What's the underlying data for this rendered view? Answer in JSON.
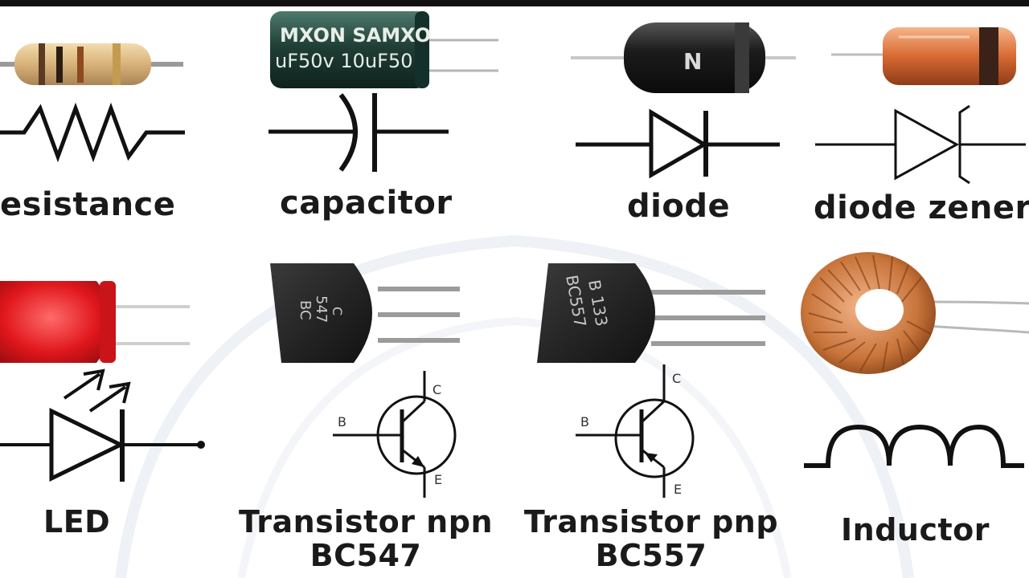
{
  "components": {
    "resistor": {
      "label": "esistance"
    },
    "capacitor": {
      "label": "capacitor",
      "marking_1": "MXON SAMXO",
      "marking_2": "uF50v  10uF50"
    },
    "diode": {
      "label": "diode",
      "marking": "N"
    },
    "zener": {
      "label": "diode zener"
    },
    "led": {
      "label": "LED"
    },
    "npn": {
      "label_line1": "Transistor npn",
      "label_line2": "BC547",
      "marking_1": "BC",
      "marking_2": "547",
      "marking_3": "C",
      "pin_b": "B",
      "pin_c": "C",
      "pin_e": "E"
    },
    "pnp": {
      "label_line1": "Transistor pnp",
      "label_line2": "BC557",
      "marking_1": "BC557",
      "marking_2": "B 133",
      "pin_b": "B",
      "pin_c": "C",
      "pin_e": "E"
    },
    "inductor": {
      "label": "Inductor"
    }
  },
  "colors": {
    "ink": "#111111",
    "led_red": "#e0171c",
    "copper": "#c8743a",
    "capacitor_body": "#1f3d36",
    "transistor_body": "#1c1c1c"
  }
}
